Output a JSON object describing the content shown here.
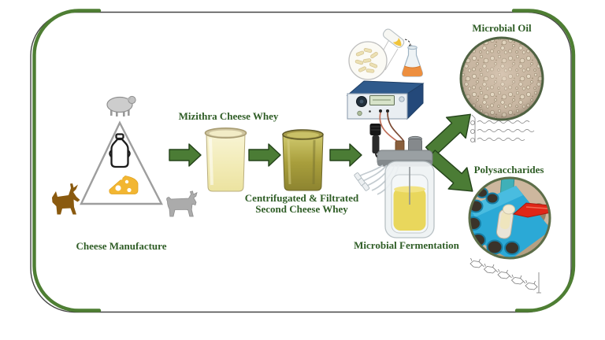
{
  "figure_type": "graphical-abstract-diagram",
  "labels": {
    "cheese_manufacture": "Cheese Manufacture",
    "mizithra": "Mizithra Cheese Whey",
    "centrifugated_line1": "Centrifugated & Filtrated",
    "centrifugated_line2": "Second Cheese Whey",
    "microbial_fermentation": "Microbial Fermentation",
    "microbial_oil": "Microbial Oil",
    "polysaccharides": "Polysaccharides"
  },
  "flow_order": [
    "Cheese Manufacture",
    "Mizithra Cheese Whey",
    "Centrifugated & Filtrated Second Cheese Whey",
    "Microbial Fermentation",
    "Microbial Oil",
    "Polysaccharides"
  ],
  "colors": {
    "label_green": "#2f5d26",
    "border_green": "#4e7e33",
    "border_gray": "#454545",
    "arrow_fill": "#4b7c35",
    "arrow_outline": "#24431a",
    "triangle_gray": "#9e9e9e",
    "sheep_gray": "#cdcdcd",
    "cow_gray": "#ababab",
    "goat_brown": "#8a5a0f",
    "cheese_yellow": "#f2b632",
    "whey_jar_1": "#f1ecc0",
    "whey_jar_2": "#aca33f",
    "flask_orange": "#ed8f3f",
    "controller_blue": "#2f5a8c",
    "lcd_green": "#d7e3c9",
    "broth_yellow": "#e9d75c",
    "microscopy_background": "#c9b7a2",
    "rack_blue": "#2ba9d6",
    "tool_red": "#e02617"
  },
  "icons": {
    "sheep-icon": "sheep silhouette",
    "goat-icon": "goat silhouette",
    "cow-icon": "cow silhouette",
    "milk-can-icon": "milk can outline",
    "cheese-wedge-icon": "cheese wedge with holes",
    "flow-arrow-icon": "green block arrow",
    "whey-jar-icon": "jar of cheese whey",
    "petri-dish-icon": "petri dish with rod-shaped microbes",
    "culture-tube-icon": "tilted tube pouring inoculum",
    "flask-icon": "erlenmeyer flask with orange medium",
    "control-unit-icon": "fermenter control unit",
    "bioreactor-icon": "benchtop bioreactor vessel",
    "microscopy-photo": "round micrograph of oleaginous cells",
    "triglyceride-structure-icon": "triglyceride chemical structure",
    "polysaccharide-photo": "round photo of gel in blue tube rack",
    "polysaccharide-structure-icon": "polysaccharide chain structure"
  }
}
